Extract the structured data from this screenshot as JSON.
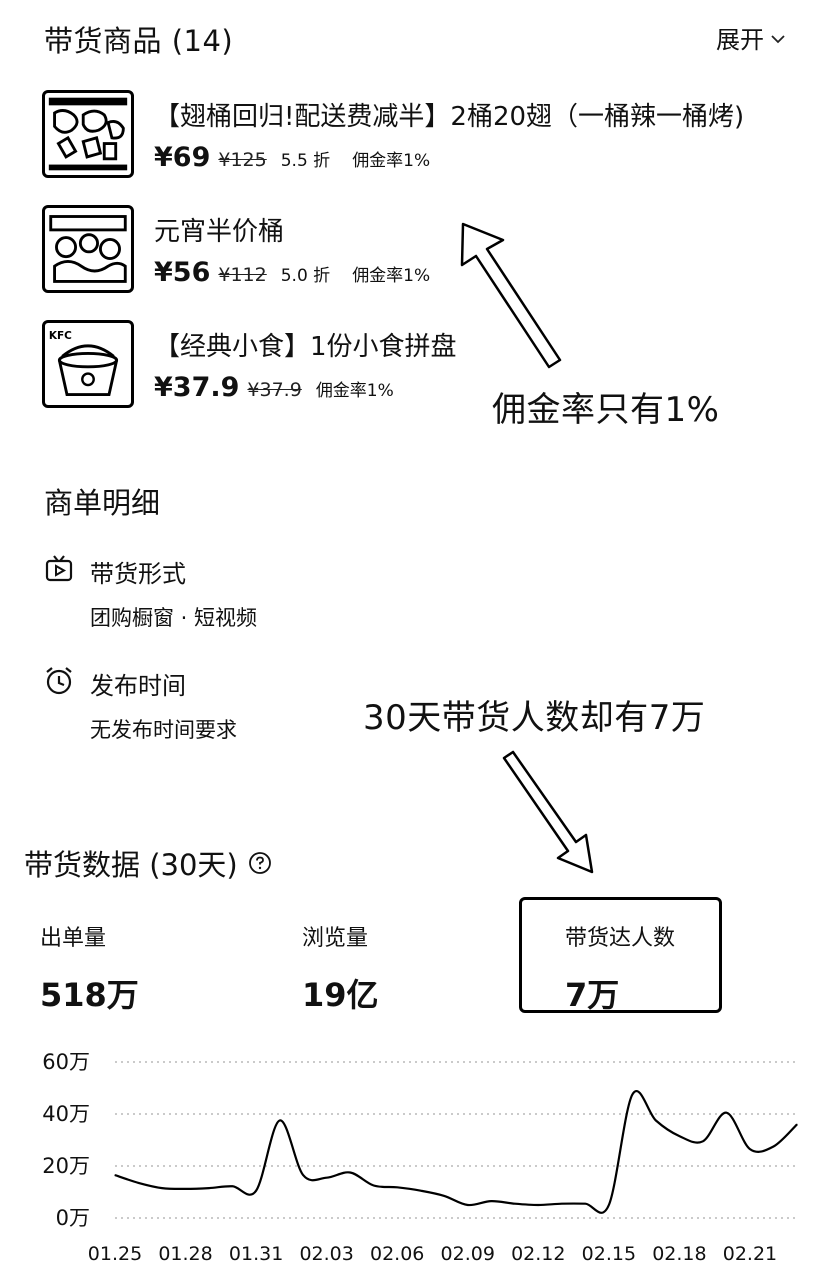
{
  "header": {
    "title": "带货商品 (14)",
    "expand_label": "展开"
  },
  "products": [
    {
      "title": "【翅桶回归!配送费减半】2桶20翅（一桶辣一桶烤)",
      "price": "¥69",
      "original_price": "¥125",
      "discount": "5.5 折",
      "commission": "佣金率1%"
    },
    {
      "title": "元宵半价桶",
      "price": "¥56",
      "original_price": "¥112",
      "discount": "5.0 折",
      "commission": "佣金率1%"
    },
    {
      "title": "【经典小食】1份小食拼盘",
      "price": "¥37.9",
      "original_price": "¥37.9",
      "discount": "",
      "commission": "佣金率1%"
    }
  ],
  "annotations": {
    "commission_note": "佣金率只有1%",
    "creators_note": "30天带货人数却有7万"
  },
  "details": {
    "title": "商单明细",
    "form_label": "带货形式",
    "form_value": "团购橱窗 · 短视频",
    "time_label": "发布时间",
    "time_value": "无发布时间要求"
  },
  "stats": {
    "title": "带货数据 (30天)",
    "items": [
      {
        "label": "出单量",
        "value": "518万"
      },
      {
        "label": "浏览量",
        "value": "19亿"
      },
      {
        "label": "带货达人数",
        "value": "7万"
      }
    ]
  },
  "chart_data": {
    "type": "line",
    "title": "",
    "xlabel": "",
    "ylabel": "",
    "y_tick_labels": [
      "0万",
      "20万",
      "40万",
      "60万"
    ],
    "x_tick_labels": [
      "01.25",
      "01.28",
      "01.31",
      "02.03",
      "02.06",
      "02.09",
      "02.12",
      "02.15",
      "02.18",
      "02.21"
    ],
    "ylim": [
      0,
      60
    ],
    "y_unit": "万",
    "grid": true,
    "series": [
      {
        "x": [
          "01.25",
          "01.26",
          "01.27",
          "01.28",
          "01.29",
          "01.30",
          "01.31",
          "02.01",
          "02.02",
          "02.03",
          "02.04",
          "02.05",
          "02.06",
          "02.07",
          "02.08",
          "02.09",
          "02.10",
          "02.11",
          "02.12",
          "02.13",
          "02.14",
          "02.15",
          "02.16",
          "02.17",
          "02.18",
          "02.19",
          "02.20",
          "02.21",
          "02.22",
          "02.23"
        ],
        "values": [
          16.5,
          13.5,
          11.5,
          11.2,
          11.5,
          12.2,
          10.5,
          37.5,
          16.5,
          15.5,
          17.5,
          12.5,
          11.8,
          10.5,
          8.5,
          5.0,
          6.5,
          5.5,
          5.0,
          5.5,
          5.5,
          5.0,
          47.5,
          37.5,
          31.5,
          29.5,
          40.5,
          26.5,
          27.5,
          36.0
        ],
        "color": "#000000"
      }
    ]
  }
}
